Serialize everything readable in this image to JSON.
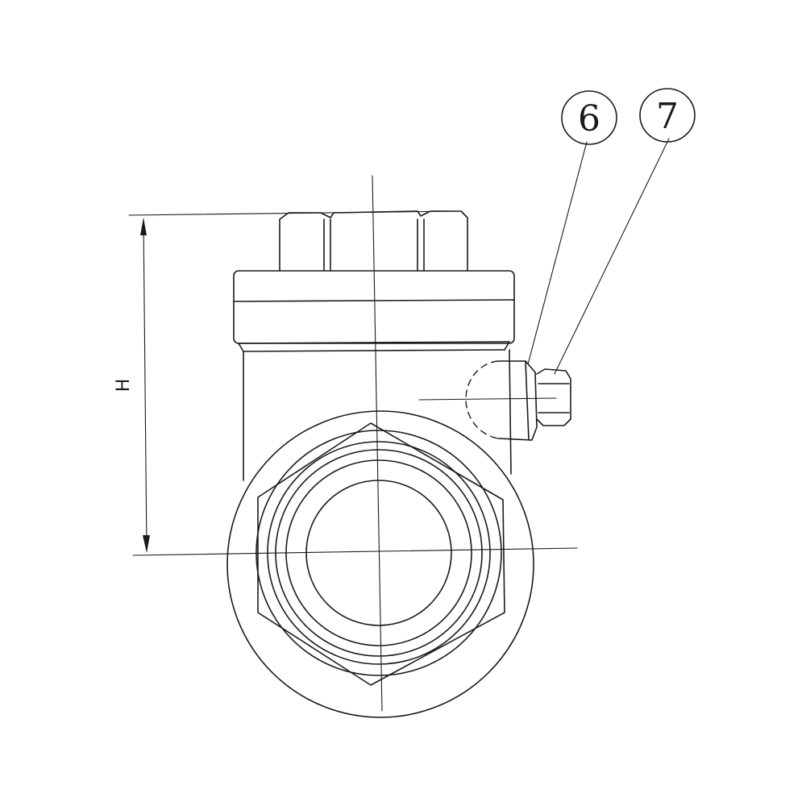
{
  "dimension": {
    "height_label": "H"
  },
  "callouts": [
    {
      "number": "6"
    },
    {
      "number": "7"
    }
  ],
  "colors": {
    "line": "#1a1a1a",
    "background": "#ffffff"
  }
}
